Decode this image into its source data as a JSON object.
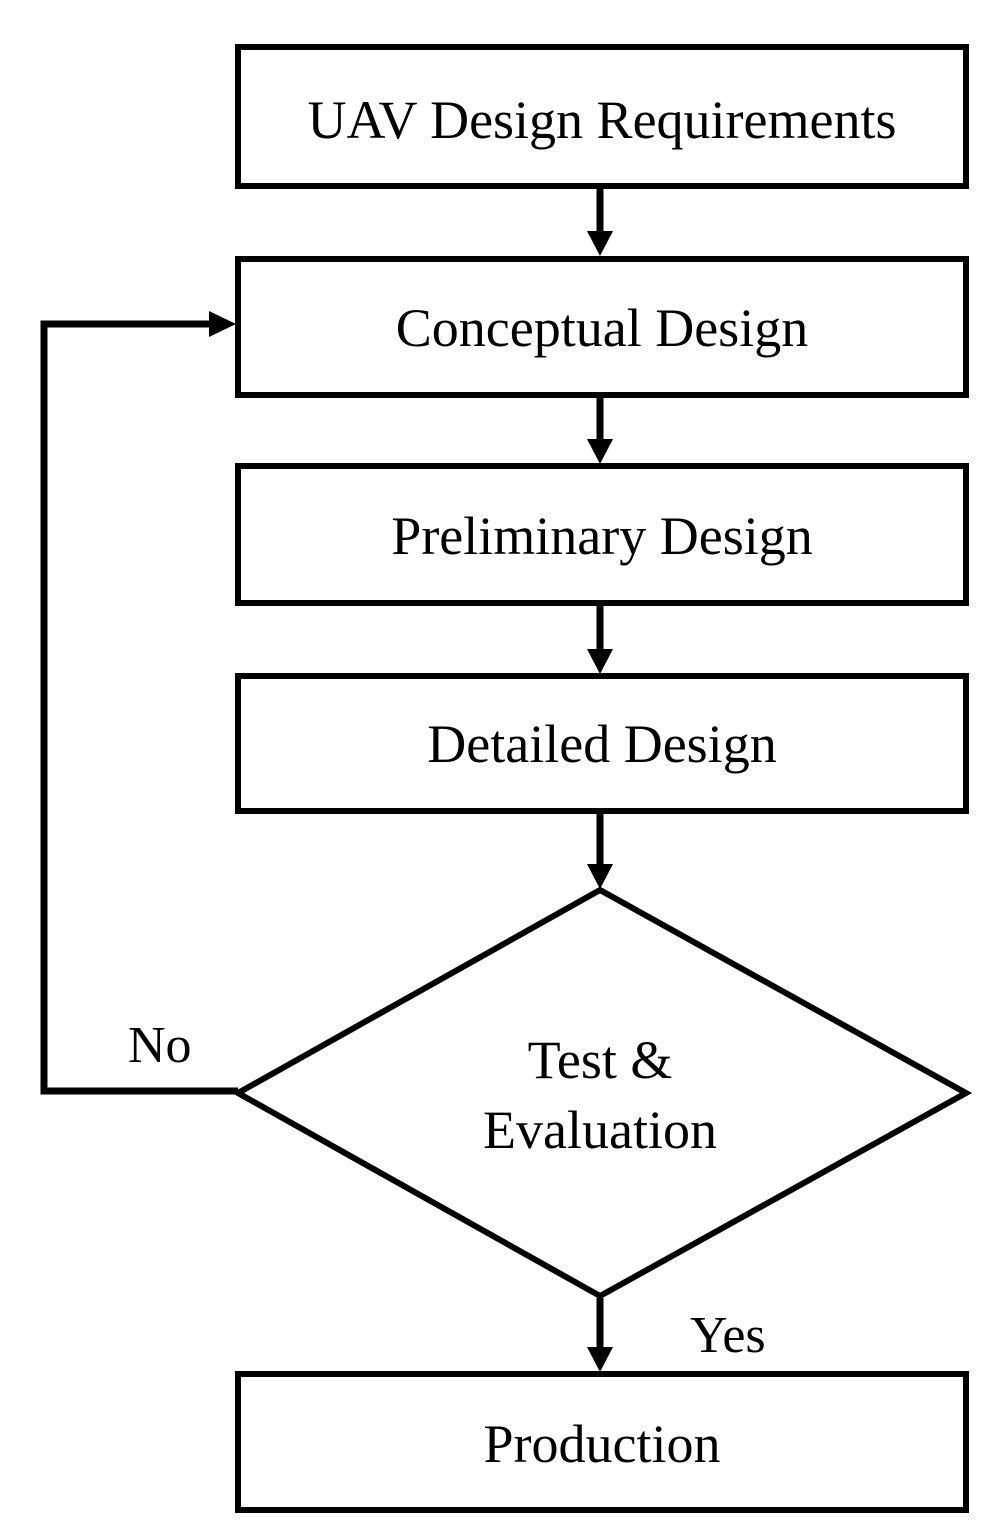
{
  "nodes": {
    "requirements": {
      "label": "UAV Design Requirements"
    },
    "conceptual": {
      "label": "Conceptual Design"
    },
    "preliminary": {
      "label": "Preliminary Design"
    },
    "detailed": {
      "label": "Detailed Design"
    },
    "test": {
      "line1": "Test &",
      "line2": "Evaluation"
    },
    "production": {
      "label": "Production"
    }
  },
  "edges": {
    "no_label": "No",
    "yes_label": "Yes"
  },
  "colors": {
    "stroke": "#000000",
    "background": "#ffffff"
  }
}
